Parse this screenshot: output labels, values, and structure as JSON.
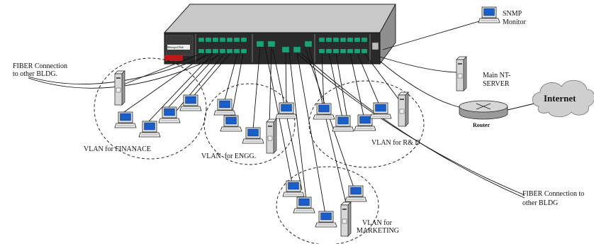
{
  "labels": {
    "fiber_left_1": "FIBER Connection",
    "fiber_left_2": "to other BLDG.",
    "snmp_1": "SNMP",
    "snmp_2": "Monitor",
    "server_1": "Main NT-",
    "server_2": "SERVER",
    "internet": "Internet",
    "router": "Router",
    "vlan_finance": "VLAN for FINANACE",
    "vlan_engg": "VLAN  for ENGG.",
    "vlan_rd": "VLAN for R& D",
    "vlan_mkt_1": "VLAN for",
    "vlan_mkt_2": "MARKETING",
    "fiber_right_1": "FIBER Connection to",
    "fiber_right_2": "other BLDG",
    "switch_badge": "Managed Hub"
  },
  "colors": {
    "line": "#111111",
    "screen": "#1a5ec8",
    "device_body": "#d8d8d8",
    "switch_port": "#1aa37a",
    "switch_face": "#2a2a2a",
    "cloud": "#cfcfcf",
    "red_accent": "#c01818"
  },
  "icons": [
    "switch-icon",
    "computer-icon",
    "server-tower-icon",
    "router-icon",
    "cloud-icon"
  ]
}
